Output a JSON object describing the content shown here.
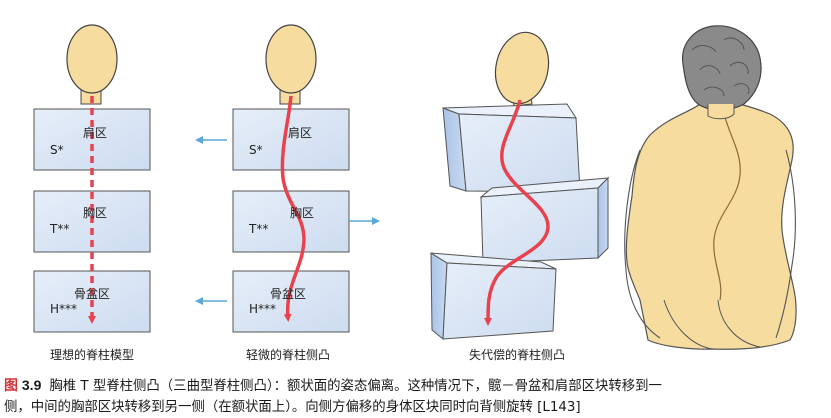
{
  "panels": [
    {
      "caption": "理想的脊柱模型",
      "blocks": [
        {
          "region": "肩区",
          "code": "S*"
        },
        {
          "region": "胸区",
          "code": "T**"
        },
        {
          "region": "骨盆区",
          "code": "H***"
        }
      ]
    },
    {
      "caption": "轻微的脊柱侧凸",
      "blocks": [
        {
          "region": "肩区",
          "code": "S*"
        },
        {
          "region": "胸区",
          "code": "T**"
        },
        {
          "region": "骨盆区",
          "code": "H***"
        }
      ]
    },
    {
      "caption": "失代偿的脊柱侧凸"
    }
  ],
  "caption": {
    "fig_label": "图",
    "fig_number": "3.9",
    "line1": "胸椎 T 型脊柱侧凸（三曲型脊柱侧凸）：额状面的姿态偏离。这种情况下，髋－骨盆和肩部区块转移到一",
    "line2": "侧，中间的胸部区块转移到另一侧（在额状面上）。向侧方偏移的身体区块同时向背侧旋转 [L143]"
  },
  "colors": {
    "block_fill": "#dbe7f6",
    "spine": "#e8424e",
    "arrow": "#5aa7d8",
    "skin": "#f7dc9f",
    "hair": "#8a8a8a"
  }
}
